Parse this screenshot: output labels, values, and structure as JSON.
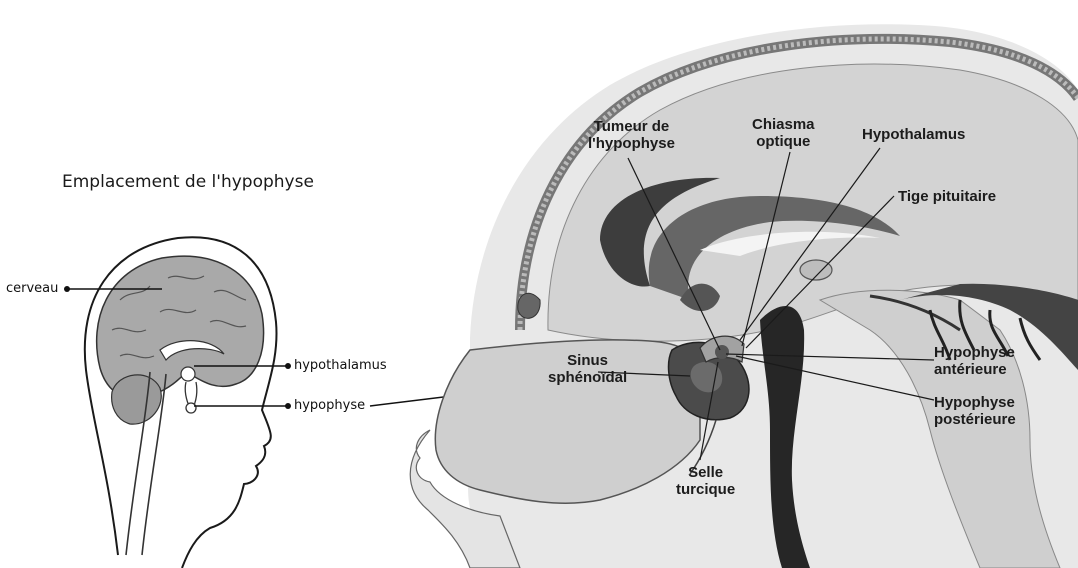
{
  "left_diagram": {
    "title": "Emplacement de l'hypophyse",
    "labels": {
      "cerveau": "cerveau",
      "hypothalamus": "hypothalamus",
      "hypophyse": "hypophyse"
    }
  },
  "right_diagram": {
    "labels": {
      "tumeur_line1": "Tumeur de",
      "tumeur_line2": "l'hypophyse",
      "chiasma_line1": "Chiasma",
      "chiasma_line2": "optique",
      "hypothalamus": "Hypothalamus",
      "tige": "Tige pituitaire",
      "sinus_line1": "Sinus",
      "sinus_line2": "sphénoïdal",
      "hyp_ant_line1": "Hypophyse",
      "hyp_ant_line2": "antérieure",
      "hyp_post_line1": "Hypophyse",
      "hyp_post_line2": "postérieure",
      "selle_line1": "Selle",
      "selle_line2": "turcique"
    }
  }
}
